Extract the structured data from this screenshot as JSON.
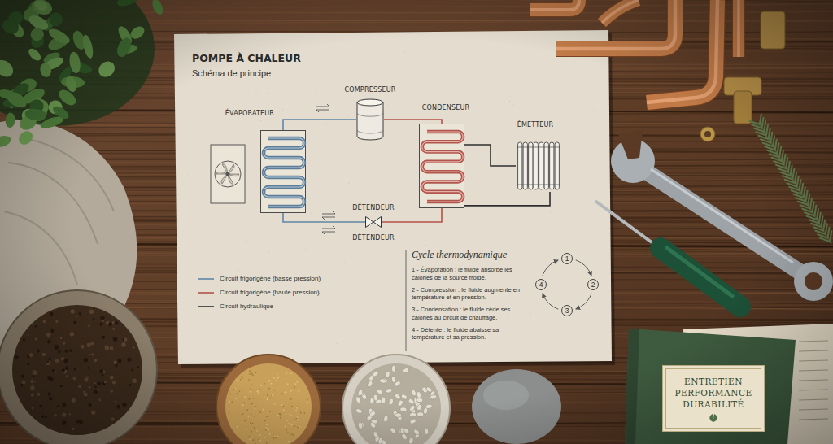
{
  "diagram": {
    "title": "POMPE À CHALEUR",
    "nodes": [
      {
        "text": [
          "ÉVAPORATEUR"
        ]
      },
      {
        "text": [
          "COMPRESSEUR"
        ]
      },
      {
        "text": [
          "CONDENSEUR"
        ]
      },
      {
        "text": [
          "ÉMETTEUR"
        ]
      },
      {
        "text": [
          "DÉTENDEUR",
          "DÉTENDEUR"
        ]
      },
      {
        "text": [
          "1"
        ]
      },
      {
        "text": [
          "2"
        ]
      },
      {
        "text": [
          "3"
        ]
      },
      {
        "text": [
          "4"
        ]
      },
      {
        "text": [
          "ENTRETIEN PERFORMANCE DURABILITÉ"
        ]
      }
    ],
    "edges": [
      {
        "from": 0,
        "to": 1,
        "arrow": "none"
      },
      {
        "from": 1,
        "to": 2,
        "arrow": "none"
      },
      {
        "from": 2,
        "to": 4,
        "arrow": "none"
      },
      {
        "from": 4,
        "to": 0,
        "arrow": "none"
      },
      {
        "from": 2,
        "to": 3,
        "arrow": "none"
      },
      {
        "from": 3,
        "to": 2,
        "arrow": "none"
      },
      {
        "from": 5,
        "to": 6,
        "arrow": "to"
      },
      {
        "from": 6,
        "to": 7,
        "arrow": "to"
      },
      {
        "from": 7,
        "to": 8,
        "arrow": "to"
      },
      {
        "from": 8,
        "to": 5,
        "arrow": "to"
      }
    ],
    "labels": [
      "Schéma de principe",
      "Cycle thermodynamique",
      "1 - Évaporation : le fluide absorbe les calories de la source froide.",
      "2 - Compression : le fluide augmente en température et en pression.",
      "3 - Condensation : le fluide cède ses calories au circuit de chauffage.",
      "4 - Détente : le fluide abaisse sa température et sa pression."
    ],
    "legend": [
      {
        "text": "Circuit frigorigène (basse pression)"
      },
      {
        "text": "Circuit frigorigène (haute pression)"
      },
      {
        "text": "Circuit hydraulique"
      }
    ]
  }
}
